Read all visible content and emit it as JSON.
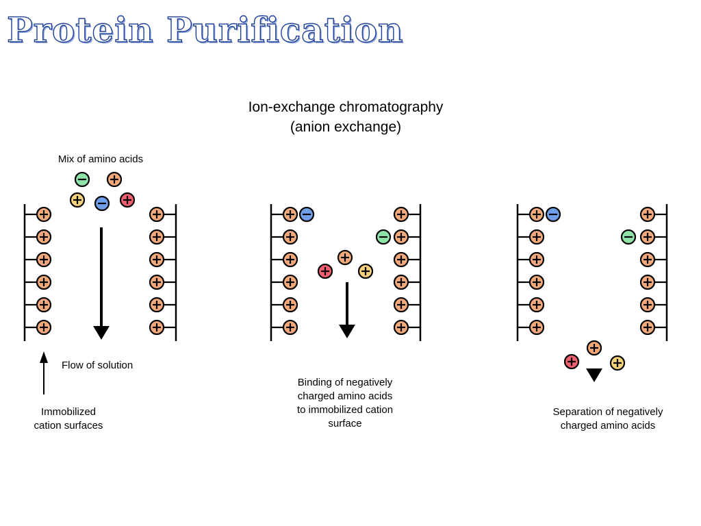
{
  "slide": {
    "title": "Protein Purification"
  },
  "diagram": {
    "heading_line1": "Ion-exchange chromatography",
    "heading_line2": "(anion exchange)",
    "label_mix": "Mix of amino acids",
    "label_flow": "Flow of solution",
    "label_immobilized_line1": "Immobilized",
    "label_immobilized_line2": "cation surfaces",
    "label_binding_line1": "Binding of negatively",
    "label_binding_line2": "charged amino acids",
    "label_binding_line3": "to immobilized cation",
    "label_binding_line4": "surface",
    "label_separation_line1": "Separation of negatively",
    "label_separation_line2": "charged amino acids",
    "charge_colors": {
      "column_cation": "#f3a97a",
      "free_cation": "#f3a97a",
      "yellow_cation": "#f7d27a",
      "red_cation": "#ef5f6e",
      "green_anion": "#8fe3a8",
      "blue_anion": "#6f9fe8"
    }
  }
}
